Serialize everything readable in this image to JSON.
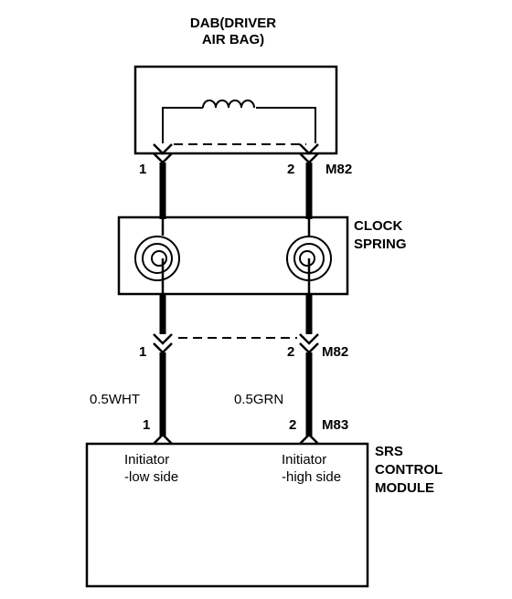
{
  "components": {
    "dab": {
      "line1": "DAB(DRIVER",
      "line2": "AIR BAG)"
    },
    "clock_spring": {
      "line1": "CLOCK",
      "line2": "SPRING"
    },
    "srs_module": {
      "line1": "SRS",
      "line2": "CONTROL",
      "line3": "MODULE"
    }
  },
  "connectors": {
    "top": {
      "name": "M82",
      "pin_left": "1",
      "pin_right": "2"
    },
    "middle": {
      "name": "M82",
      "pin_left": "1",
      "pin_right": "2"
    },
    "bottom": {
      "name": "M83",
      "pin_left": "1",
      "pin_right": "2"
    }
  },
  "wires": {
    "left": "0.5WHT",
    "right": "0.5GRN"
  },
  "module_pins": {
    "low": {
      "line1": "Initiator",
      "line2": "-low side"
    },
    "high": {
      "line1": "Initiator",
      "line2": "-high side"
    }
  },
  "colors": {
    "ink": "#000000",
    "paper": "#ffffff"
  }
}
